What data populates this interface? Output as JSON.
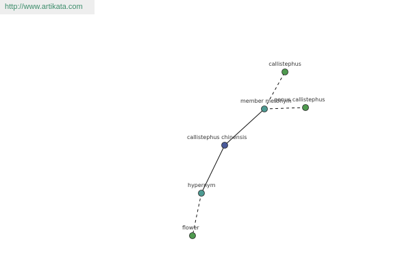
{
  "site": {
    "url": "http://www.artikata.com"
  },
  "graph": {
    "nodes": [
      {
        "id": "callistephus",
        "label": "callistephus",
        "kind": "leaf"
      },
      {
        "id": "member-meronym",
        "label": "member meronym",
        "kind": "relation"
      },
      {
        "id": "genus-callistephus",
        "label": "genus callistephus",
        "kind": "leaf"
      },
      {
        "id": "callistephus-chinensis",
        "label": "callistephus chinensis",
        "kind": "center"
      },
      {
        "id": "hypernym",
        "label": "hypernym",
        "kind": "relation"
      },
      {
        "id": "flower",
        "label": "flower",
        "kind": "leaf"
      }
    ],
    "edges": [
      {
        "from": "callistephus-chinensis",
        "to": "member-meronym",
        "style": "solid"
      },
      {
        "from": "member-meronym",
        "to": "callistephus",
        "style": "dashed"
      },
      {
        "from": "member-meronym",
        "to": "genus-callistephus",
        "style": "dashed"
      },
      {
        "from": "callistephus-chinensis",
        "to": "hypernym",
        "style": "solid"
      },
      {
        "from": "hypernym",
        "to": "flower",
        "style": "dashed"
      }
    ],
    "colors": {
      "center": "#4a5a9a",
      "relation": "#4d9a92",
      "leaf": "#4f9a4f",
      "edge": "#111111"
    }
  }
}
